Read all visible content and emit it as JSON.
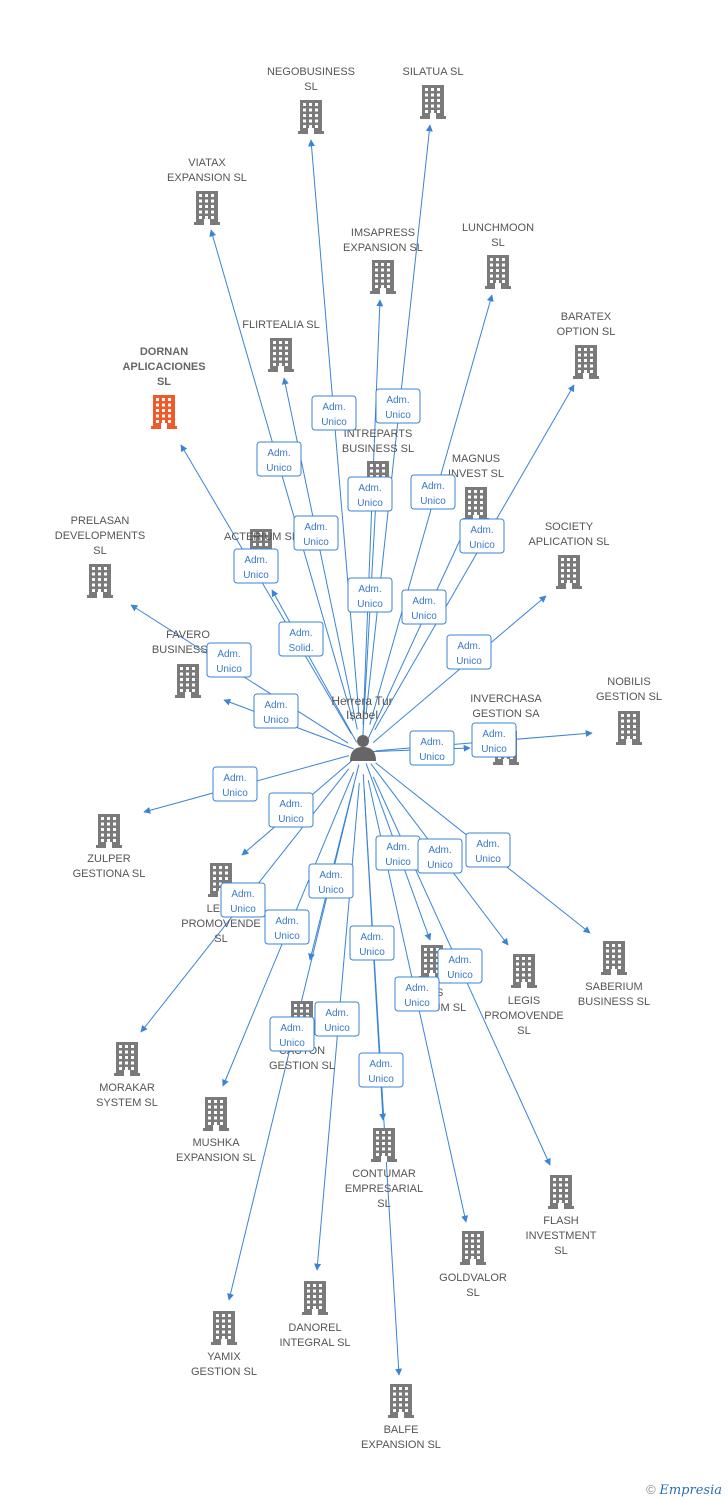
{
  "center": {
    "name": [
      "Herrera Tur",
      "Isabel"
    ]
  },
  "colors": {
    "edge": "#3a84d6",
    "building": "#7a7a7a",
    "building_highlight": "#f05a28",
    "role_border": "#3a84d6",
    "role_text": "#3a78c8"
  },
  "companies": [
    {
      "id": "negobusiness",
      "lines": [
        "NEGOBUSINESS",
        "SL"
      ]
    },
    {
      "id": "silatua",
      "lines": [
        "SILATUA SL"
      ]
    },
    {
      "id": "viatax",
      "lines": [
        "VIATAX",
        "EXPANSION SL"
      ]
    },
    {
      "id": "imsapress",
      "lines": [
        "IMSAPRESS",
        "EXPANSION SL"
      ]
    },
    {
      "id": "lunchmoon",
      "lines": [
        "LUNCHMOON",
        "SL"
      ]
    },
    {
      "id": "baratex",
      "lines": [
        "BARATEX",
        "OPTION SL"
      ]
    },
    {
      "id": "flirtealia",
      "lines": [
        "FLIRTEALIA SL"
      ]
    },
    {
      "id": "dornan",
      "lines": [
        "DORNAN",
        "APLICACIONES",
        "SL"
      ],
      "highlight": true
    },
    {
      "id": "intreparts",
      "lines": [
        "INTREPARTS",
        "BUSINESS SL"
      ]
    },
    {
      "id": "magnus",
      "lines": [
        "MAGNUS",
        "INVEST SL"
      ]
    },
    {
      "id": "prelasan",
      "lines": [
        "PRELASAN",
        "DEVELOPMENTS",
        "SL"
      ]
    },
    {
      "id": "acterium",
      "lines": [
        "ACTERIUM SL"
      ]
    },
    {
      "id": "society",
      "lines": [
        "SOCIETY",
        "APLICATION SL"
      ]
    },
    {
      "id": "favero",
      "lines": [
        "FAVERO",
        "BUSINESS SL"
      ]
    },
    {
      "id": "nobilis",
      "lines": [
        "NOBILIS",
        "GESTION SL"
      ]
    },
    {
      "id": "inverchasa",
      "lines": [
        "INVERCHASA",
        "GESTION SA"
      ]
    },
    {
      "id": "zulper",
      "lines": [
        "ZULPER",
        "GESTIONA SL"
      ]
    },
    {
      "id": "lenv",
      "lines": [
        "LENV",
        "PROMOVENDE",
        "SL"
      ]
    },
    {
      "id": "saberium",
      "lines": [
        "SABERIUM",
        "BUSINESS SL"
      ]
    },
    {
      "id": "nes",
      "lines": [
        "NES",
        "PREMIUM SL"
      ]
    },
    {
      "id": "legis",
      "lines": [
        "LEGIS",
        "PROMOVENDE",
        "SL"
      ]
    },
    {
      "id": "morakar",
      "lines": [
        "MORAKAR",
        "SYSTEM SL"
      ]
    },
    {
      "id": "cauton",
      "lines": [
        "CAUTON",
        "GESTION SL"
      ]
    },
    {
      "id": "mushka",
      "lines": [
        "MUSHKA",
        "EXPANSION SL"
      ]
    },
    {
      "id": "contumar",
      "lines": [
        "CONTUMAR",
        "EMPRESARIAL",
        "SL"
      ]
    },
    {
      "id": "flash",
      "lines": [
        "FLASH",
        "INVESTMENT",
        "SL"
      ]
    },
    {
      "id": "goldvalor",
      "lines": [
        "GOLDVALOR",
        "SL"
      ]
    },
    {
      "id": "danorel",
      "lines": [
        "DANOREL",
        "INTEGRAL SL"
      ]
    },
    {
      "id": "yamix",
      "lines": [
        "YAMIX",
        "GESTION SL"
      ]
    },
    {
      "id": "balfe",
      "lines": [
        "BALFE",
        "EXPANSION SL"
      ]
    }
  ],
  "roles": [
    {
      "lines": [
        "Adm.",
        "Unico"
      ]
    },
    {
      "lines": [
        "Adm.",
        "Unico"
      ]
    },
    {
      "lines": [
        "Adm.",
        "Unico"
      ]
    },
    {
      "lines": [
        "Adm.",
        "Unico"
      ]
    },
    {
      "lines": [
        "Adm.",
        "Unico"
      ]
    },
    {
      "lines": [
        "Adm.",
        "Unico"
      ]
    },
    {
      "lines": [
        "Adm.",
        "Unico"
      ]
    },
    {
      "lines": [
        "Adm.",
        "Unico"
      ]
    },
    {
      "lines": [
        "Adm.",
        "Unico"
      ]
    },
    {
      "lines": [
        "Adm.",
        "Unico"
      ]
    },
    {
      "lines": [
        "Adm.",
        "Unico"
      ]
    },
    {
      "lines": [
        "Adm.",
        "Solid."
      ]
    },
    {
      "lines": [
        "Adm.",
        "Unico"
      ]
    },
    {
      "lines": [
        "Adm.",
        "Unico"
      ]
    },
    {
      "lines": [
        "Adm.",
        "Unico"
      ]
    },
    {
      "lines": [
        "Adm.",
        "Unico"
      ]
    },
    {
      "lines": [
        "Adm.",
        "Unico"
      ]
    },
    {
      "lines": [
        "Adm.",
        "Unico"
      ]
    },
    {
      "lines": [
        "Adm.",
        "Unico"
      ]
    },
    {
      "lines": [
        "Adm.",
        "Unico"
      ]
    },
    {
      "lines": [
        "Adm.",
        "Unico"
      ]
    },
    {
      "lines": [
        "Adm.",
        "Unico"
      ]
    },
    {
      "lines": [
        "Adm.",
        "Unico"
      ]
    },
    {
      "lines": [
        "Adm.",
        "Unico"
      ]
    },
    {
      "lines": [
        "Adm.",
        "Unico"
      ]
    },
    {
      "lines": [
        "Adm.",
        "Unico"
      ]
    },
    {
      "lines": [
        "Adm.",
        "Unico"
      ]
    },
    {
      "lines": [
        "Adm.",
        "Unico"
      ]
    },
    {
      "lines": [
        "Adm.",
        "Unico"
      ]
    },
    {
      "lines": [
        "Adm.",
        "Unico"
      ]
    }
  ],
  "footer": {
    "copyright": "©",
    "brand": "Empresia"
  }
}
